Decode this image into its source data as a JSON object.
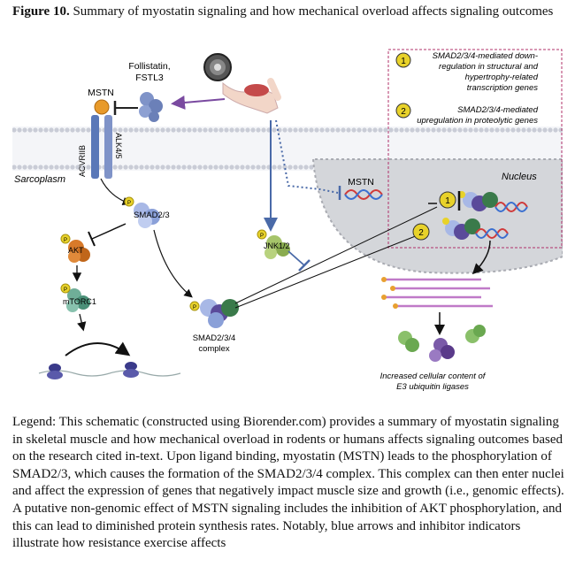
{
  "caption": {
    "figure_label": "Figure 10.",
    "title": "Summary of myostatin signaling and how mechanical overload affects signaling outcomes"
  },
  "diagram": {
    "labels": {
      "mstn_top": "MSTN",
      "follistatin": "Follistatin,",
      "fstl3": "FSTL3",
      "acvriib": "ACVRIIB",
      "alk45": "ALK4/5",
      "sarcoplasm": "Sarcoplasm",
      "nucleus": "Nucleus",
      "mstn_gene": "MSTN",
      "smad23": "SMAD2/3",
      "akt": "AKT",
      "mtorc1": "mTORC1",
      "jnk12": "JNK1/2",
      "smad234_line1": "SMAD2/3/4",
      "smad234_line2": "complex",
      "e3_line1": "Increased cellular content of",
      "e3_line2": "E3 ubiquitin ligases",
      "p": "P"
    },
    "key": {
      "item1_num": "1",
      "item1_lines": [
        "SMAD2/3/4-mediated down-",
        "regulation in structural and",
        "hypertrophy-related",
        "transcription genes"
      ],
      "item2_num": "2",
      "item2_lines": [
        "SMAD2/3/4-mediated",
        "upregulation in proteolytic genes"
      ]
    },
    "colors": {
      "blue_arrow": "#4a6aa8",
      "purple_arrow": "#7a4aa0",
      "membrane": "#c9ccd6",
      "nucleus_fill": "#d4d6da",
      "key_border": "#b0306a",
      "dna_blue": "#3a6fd0",
      "dna_red": "#d03a3a"
    }
  },
  "legend": "Legend: This schematic (constructed using Biorender.com) provides a summary of myostatin signaling in skeletal muscle and how mechanical overload in rodents or humans affects signaling outcomes based on the research cited in-text. Upon ligand binding, myostatin (MSTN) leads to the phosphorylation of SMAD2/3, which causes the formation of the SMAD2/3/4 complex. This complex can then enter nuclei and affect the expression of genes that negatively impact muscle size and growth (i.e., genomic effects). A putative non-genomic effect of MSTN signaling includes the inhibition of AKT phosphorylation, and this can lead to diminished protein synthesis rates. Notably, blue arrows and inhibitor indicators illustrate how resistance exercise affects"
}
